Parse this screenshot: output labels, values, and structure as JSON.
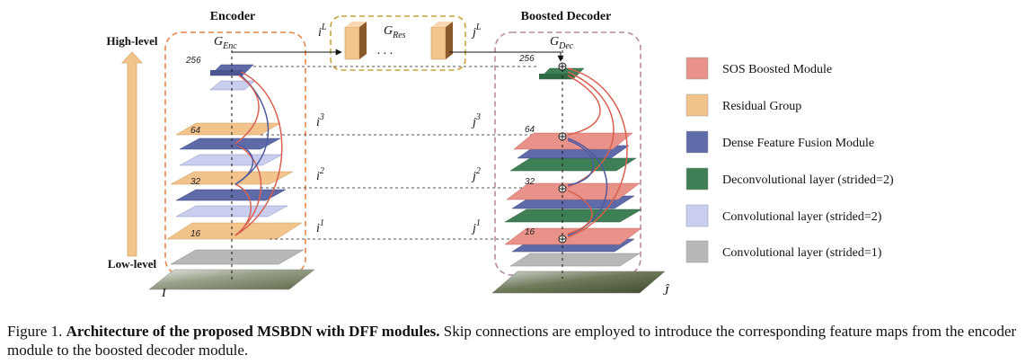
{
  "titles": {
    "encoder": "Encoder",
    "decoder": "Boosted Decoder"
  },
  "levels": {
    "high": "High-level",
    "low": "Low-level"
  },
  "nodes": {
    "g_enc": "G",
    "g_enc_sub": "Enc",
    "g_res": "G",
    "g_res_sub": "Res",
    "g_dec": "G",
    "g_dec_sub": "Dec",
    "input": "I",
    "output": "Ĵ"
  },
  "skips": [
    {
      "i": "i",
      "i_sup": "L",
      "j": "j",
      "j_sup": "L"
    },
    {
      "i": "i",
      "i_sup": "3",
      "j": "j",
      "j_sup": "3"
    },
    {
      "i": "i",
      "i_sup": "2",
      "j": "j",
      "j_sup": "2"
    },
    {
      "i": "i",
      "i_sup": "1",
      "j": "j",
      "j_sup": "1"
    }
  ],
  "channels": [
    "256",
    "64",
    "32",
    "16"
  ],
  "dots": ". . .",
  "legend": [
    {
      "label": "SOS Boosted Module",
      "color": "#e8928a"
    },
    {
      "label": "Residual Group",
      "color": "#f2c48c"
    },
    {
      "label": "Dense Feature Fusion Module",
      "color": "#5f6aa8"
    },
    {
      "label": "Deconvolutional layer (strided=2)",
      "color": "#3f7f56"
    },
    {
      "label": "Convolutional layer (strided=2)",
      "color": "#c9cdee"
    },
    {
      "label": "Convolutional layer (strided=1)",
      "color": "#b8b8b8"
    }
  ],
  "caption": {
    "prefix": "Figure 1.",
    "bold": "Architecture of the proposed MSBDN with DFF modules.",
    "rest": "Skip connections are employed to introduce the corresponding feature maps from the encoder module to the boosted decoder module."
  },
  "colors": {
    "encoder_box": "#e8844a",
    "decoder_box": "#b58aa0",
    "residual_box": "#c9a33a",
    "arrow_up": "#f2c48c",
    "curve_red": "#d9604e",
    "curve_blue": "#4f5aa0"
  }
}
